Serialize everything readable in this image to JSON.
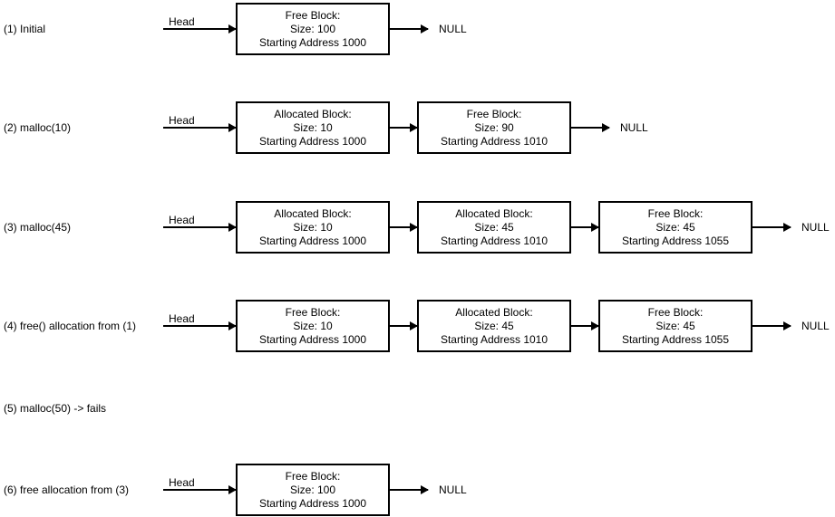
{
  "diagram": {
    "description": "Linked-list states of a memory allocator (malloc/free free-list diagram)",
    "colors": {
      "background": "#ffffff",
      "stroke": "#000000",
      "text": "#000000",
      "box_fill": "#ffffff"
    },
    "rows": [
      {
        "label": "(1) Initial",
        "head": "Head",
        "null_label": "NULL",
        "blocks": [
          {
            "title": "Free Block:",
            "size": "Size: 100",
            "address": "Starting Address 1000"
          }
        ]
      },
      {
        "label": "(2) malloc(10)",
        "head": "Head",
        "null_label": "NULL",
        "blocks": [
          {
            "title": "Allocated Block:",
            "size": "Size: 10",
            "address": "Starting Address 1000"
          },
          {
            "title": "Free Block:",
            "size": "Size: 90",
            "address": "Starting Address 1010"
          }
        ]
      },
      {
        "label": "(3) malloc(45)",
        "head": "Head",
        "null_label": "NULL",
        "blocks": [
          {
            "title": "Allocated Block:",
            "size": "Size: 10",
            "address": "Starting Address 1000"
          },
          {
            "title": "Allocated Block:",
            "size": "Size: 45",
            "address": "Starting Address 1010"
          },
          {
            "title": "Free Block:",
            "size": "Size: 45",
            "address": "Starting Address 1055"
          }
        ]
      },
      {
        "label": "(4) free() allocation from (1)",
        "head": "Head",
        "null_label": "NULL",
        "blocks": [
          {
            "title": "Free Block:",
            "size": "Size: 10",
            "address": "Starting Address 1000"
          },
          {
            "title": "Allocated Block:",
            "size": "Size: 45",
            "address": "Starting Address 1010"
          },
          {
            "title": "Free Block:",
            "size": "Size: 45",
            "address": "Starting Address 1055"
          }
        ]
      },
      {
        "label": "(5) malloc(50) -> fails",
        "head": "",
        "null_label": "",
        "blocks": []
      },
      {
        "label": "(6) free allocation from (3)",
        "head": "Head",
        "null_label": "NULL",
        "blocks": [
          {
            "title": "Free Block:",
            "size": "Size: 100",
            "address": "Starting Address 1000"
          }
        ]
      }
    ]
  }
}
